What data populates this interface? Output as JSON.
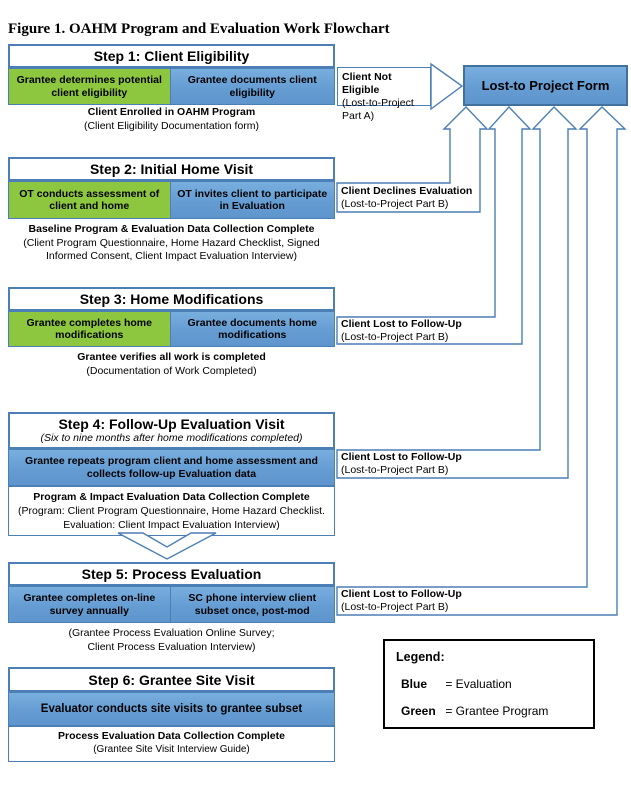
{
  "title": "Figure 1. OAHM Program and Evaluation Work Flowchart",
  "colors": {
    "evaluation_blue": "#659dd3",
    "grantee_green": "#8dc63f",
    "box_border_blue": "#4b7fb5",
    "legend_border": "#000000"
  },
  "lost_form": {
    "label": "Lost-to Project Form"
  },
  "steps": [
    {
      "header": "Step 1: Client Eligibility",
      "green_cell": "Grantee determines potential client eligibility",
      "blue_cell": "Grantee documents client eligibility",
      "note_bold": "Client Enrolled in OAHM Program",
      "note": "(Client Eligibility Documentation form)",
      "callout_bold": "Client Not Eligible",
      "callout": "(Lost-to-Project Part A)"
    },
    {
      "header": "Step 2: Initial Home Visit",
      "green_cell": "OT conducts assessment of client and home",
      "blue_cell": "OT invites client to participate in Evaluation",
      "note_bold": "Baseline Program & Evaluation Data Collection Complete",
      "note": "(Client Program Questionnaire, Home Hazard Checklist, Signed Informed Consent, Client Impact Evaluation Interview)",
      "callout_bold": "Client Declines Evaluation",
      "callout": "(Lost-to-Project Part B)"
    },
    {
      "header": "Step 3: Home Modifications",
      "green_cell": "Grantee completes home modifications",
      "blue_cell": "Grantee documents home modifications",
      "note_bold": "Grantee verifies all work is completed",
      "note": "(Documentation of Work Completed)",
      "callout_bold": "Client Lost to Follow-Up",
      "callout": "(Lost-to-Project Part B)"
    },
    {
      "header": "Step 4: Follow-Up Evaluation Visit",
      "subheader": "(Six to nine months after home modifications completed)",
      "blue_cell": "Grantee repeats program client and home assessment and collects follow-up Evaluation data",
      "note_bold": "Program & Impact Evaluation Data Collection Complete",
      "note_line1": "(Program: Client Program Questionnaire, Home Hazard Checklist.",
      "note_line2": "Evaluation:  Client Impact Evaluation Interview)",
      "callout_bold": "Client Lost to Follow-Up",
      "callout": "(Lost-to-Project Part B)"
    },
    {
      "header": "Step 5: Process Evaluation",
      "blue_cell_left": "Grantee completes on-line survey annually",
      "blue_cell_right": "SC phone interview client subset once, post-mod",
      "note_line1": "(Grantee Process Evaluation Online Survey;",
      "note_line2": "Client Process Evaluation Interview)",
      "callout_bold": "Client Lost to Follow-Up",
      "callout": "(Lost-to-Project Part B)"
    },
    {
      "header": "Step 6: Grantee Site Visit",
      "blue_cell": "Evaluator conducts site visits to grantee subset",
      "note_bold": "Process Evaluation Data Collection Complete",
      "note": "(Grantee Site Visit Interview Guide)"
    }
  ],
  "legend": {
    "title": "Legend:",
    "items": [
      {
        "term": "Blue",
        "definition": "= Evaluation"
      },
      {
        "term": "Green",
        "definition": "= Grantee Program"
      }
    ]
  }
}
